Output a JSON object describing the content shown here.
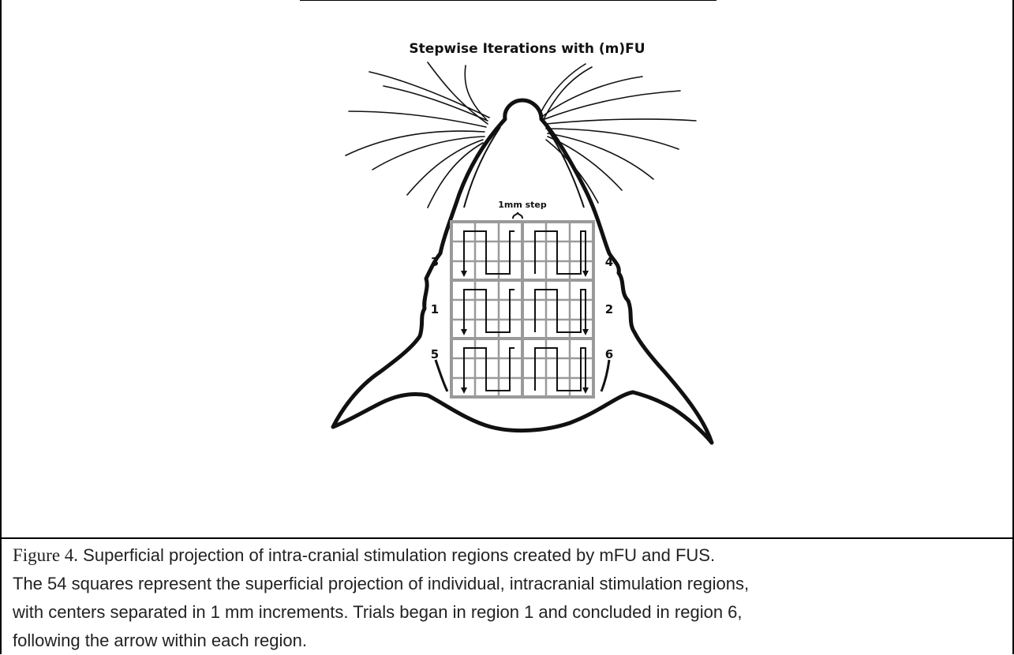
{
  "figure": {
    "title": "Stepwise Iterations with (m)FU",
    "step_label": "1mm step",
    "regions": [
      {
        "number": "3",
        "side": "left"
      },
      {
        "number": "4",
        "side": "right"
      },
      {
        "number": "1",
        "side": "left"
      },
      {
        "number": "2",
        "side": "right"
      },
      {
        "number": "5",
        "side": "left"
      },
      {
        "number": "6",
        "side": "right"
      }
    ],
    "grid_squares_per_region": 9,
    "colors": {
      "grid": "#9a9a9a",
      "ink": "#111111"
    }
  },
  "caption": {
    "label": "Figure 4.",
    "title": " Superficial projection of intra-cranial stimulation regions created by mFU and FUS.",
    "line2": "The 54 squares represent the superficial projection of individual, intracranial stimulation regions,",
    "line3": "with centers separated in 1 mm increments. Trials began in region 1 and concluded in region 6,",
    "line4": "following the arrow within each region."
  }
}
